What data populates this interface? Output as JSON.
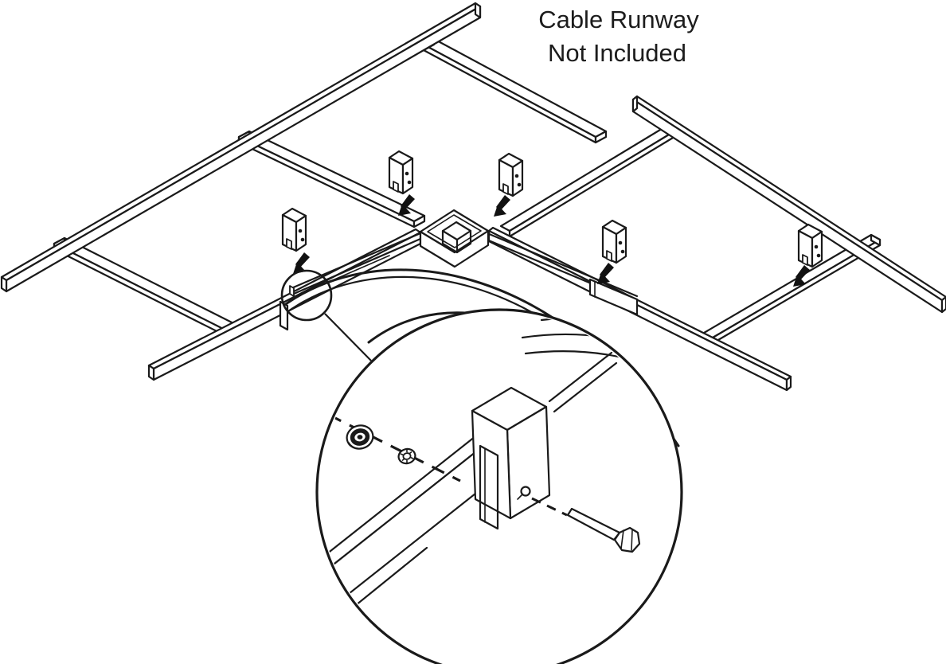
{
  "note": {
    "line1": "Cable Runway",
    "line2": "Not Included"
  },
  "colors": {
    "line": "#1a1a1a",
    "arrow_fill": "#111111",
    "background": "#ffffff"
  },
  "diagram": {
    "type": "isometric-assembly-diagram",
    "subject": "90-degree corner bracket kit mounted under two cable runway ladder sections",
    "runways": [
      {
        "id": "left-runway",
        "visible_rungs": 3,
        "stringers": 2
      },
      {
        "id": "right-runway",
        "visible_rungs": 2,
        "stringers": 2
      }
    ],
    "corner_bracket": {
      "style": "curved radius bend with junction plate",
      "junction_plate": true,
      "curved_band": true
    },
    "clamps": {
      "count": 5,
      "type": "j-clamp",
      "holes_per_clamp": 2,
      "arrow_per_clamp": true
    },
    "callout": {
      "small_circle": true,
      "leader_line": true,
      "detail_circle": true
    },
    "detail_parts": [
      "flange-nut",
      "star-washer",
      "runway-stringer",
      "bracket-clamp",
      "hex-bolt"
    ],
    "fastener_axis_style": "dashed"
  }
}
